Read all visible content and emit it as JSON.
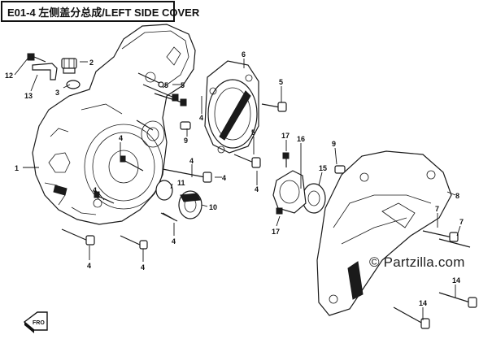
{
  "diagram": {
    "title": "E01-4 左侧盖分总成/LEFT SIDE COVER",
    "watermark": "© Partzilla.com",
    "direction_badge": "FRO",
    "callouts": [
      {
        "id": "c1",
        "text": "1"
      },
      {
        "id": "c2",
        "text": "2"
      },
      {
        "id": "c3",
        "text": "3"
      },
      {
        "id": "c4a",
        "text": "4"
      },
      {
        "id": "c4b",
        "text": "4"
      },
      {
        "id": "c4c",
        "text": "4"
      },
      {
        "id": "c4d",
        "text": "4"
      },
      {
        "id": "c4e",
        "text": "4"
      },
      {
        "id": "c4f",
        "text": "4"
      },
      {
        "id": "c4g",
        "text": "4"
      },
      {
        "id": "c4h",
        "text": "4"
      },
      {
        "id": "c4i",
        "text": "4"
      },
      {
        "id": "c5a",
        "text": "5"
      },
      {
        "id": "c5b",
        "text": "5"
      },
      {
        "id": "c5c",
        "text": "5"
      },
      {
        "id": "c5d",
        "text": "5"
      },
      {
        "id": "c6",
        "text": "6"
      },
      {
        "id": "c7a",
        "text": "7"
      },
      {
        "id": "c7b",
        "text": "7"
      },
      {
        "id": "c8",
        "text": "8"
      },
      {
        "id": "c9a",
        "text": "9"
      },
      {
        "id": "c9b",
        "text": "9"
      },
      {
        "id": "c10",
        "text": "10"
      },
      {
        "id": "c11",
        "text": "11"
      },
      {
        "id": "c12",
        "text": "12"
      },
      {
        "id": "c13",
        "text": "13"
      },
      {
        "id": "c14a",
        "text": "14"
      },
      {
        "id": "c14b",
        "text": "14"
      },
      {
        "id": "c15",
        "text": "15"
      },
      {
        "id": "c16",
        "text": "16"
      },
      {
        "id": "c17a",
        "text": "17"
      },
      {
        "id": "c17b",
        "text": "17"
      }
    ]
  }
}
